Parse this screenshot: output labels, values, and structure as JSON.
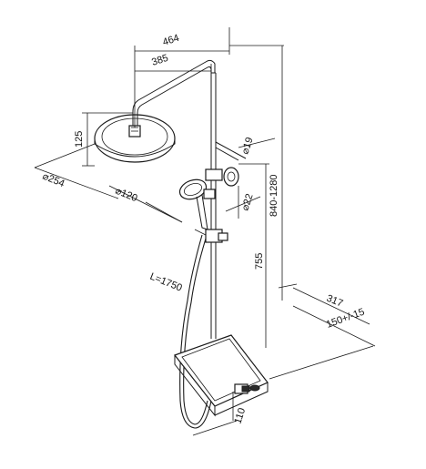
{
  "drawing": {
    "product": "shower-column",
    "colors": {
      "line": "#1a1a1a",
      "background": "#ffffff"
    }
  },
  "dimensions": {
    "total_arm_width": "464",
    "arm_reach": "385",
    "head_height": "125",
    "head_diameter": "⌀254",
    "handshower_offset": "⌀120",
    "pipe_diameter_top": "⌀19",
    "pipe_diameter_bottom": "⌀22",
    "height_range": "840-1280",
    "slider_height": "755",
    "hose_length": "L=1750",
    "shelf_depth": "317",
    "wall_distance": "150+/-15",
    "base_height": "110"
  }
}
